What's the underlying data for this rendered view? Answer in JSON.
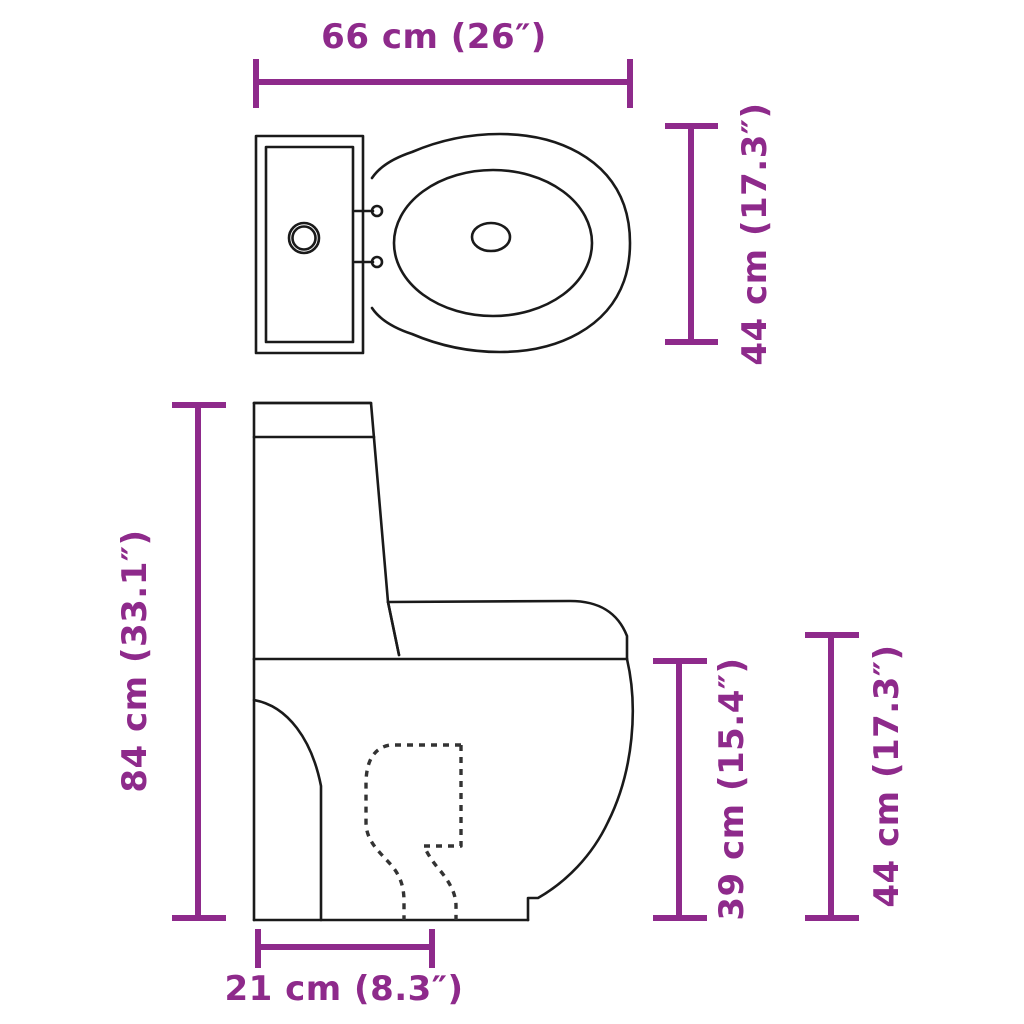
{
  "drawing": {
    "title": "Toilet dimension drawing",
    "views": [
      {
        "id": "top-view",
        "name": "top-view"
      },
      {
        "id": "side-view",
        "name": "side-view"
      }
    ],
    "colors": {
      "dimension": "#8E2A8B",
      "outline": "#1a1a1a",
      "hidden_outline": "#3a3a3a",
      "background": "#ffffff"
    }
  },
  "dimensions": {
    "top_width": {
      "label": "66 cm (26″)",
      "value_cm": 66,
      "value_in": 26,
      "orientation": "horizontal",
      "view": "top-view",
      "position": "above"
    },
    "top_depth": {
      "label": "44 cm (17.3″)",
      "value_cm": 44,
      "value_in": 17.3,
      "orientation": "vertical",
      "view": "top-view",
      "position": "right"
    },
    "side_height": {
      "label": "84 cm (33.1″)",
      "value_cm": 84,
      "value_in": 33.1,
      "orientation": "vertical",
      "view": "side-view",
      "position": "left"
    },
    "side_seat_height": {
      "label": "39 cm (15.4″)",
      "value_cm": 39,
      "value_in": 15.4,
      "orientation": "vertical",
      "view": "side-view",
      "position": "right-inner"
    },
    "side_bowl_height": {
      "label": "44 cm (17.3″)",
      "value_cm": 44,
      "value_in": 17.3,
      "orientation": "vertical",
      "view": "side-view",
      "position": "right-outer"
    },
    "base_depth": {
      "label": "21 cm (8.3″)",
      "value_cm": 21,
      "value_in": 8.3,
      "orientation": "horizontal",
      "view": "side-view",
      "position": "below"
    }
  },
  "parts": {
    "top_view": {
      "tank_outer": "tank-outline",
      "tank_lid": "tank-lid-inset",
      "flush_button": "flush-button",
      "bolt_left": "tank-bolt-upper",
      "bolt_right": "tank-bolt-lower",
      "bowl_outer": "bowl-rim",
      "bowl_inner": "bowl-opening",
      "bowl_center": "bowl-drain"
    },
    "side_view": {
      "tank_body": "tank-body",
      "tank_lid": "tank-lid",
      "bowl_body": "bowl-body",
      "pedestal": "pedestal-base",
      "trapway": "trapway-hidden-outline"
    }
  }
}
